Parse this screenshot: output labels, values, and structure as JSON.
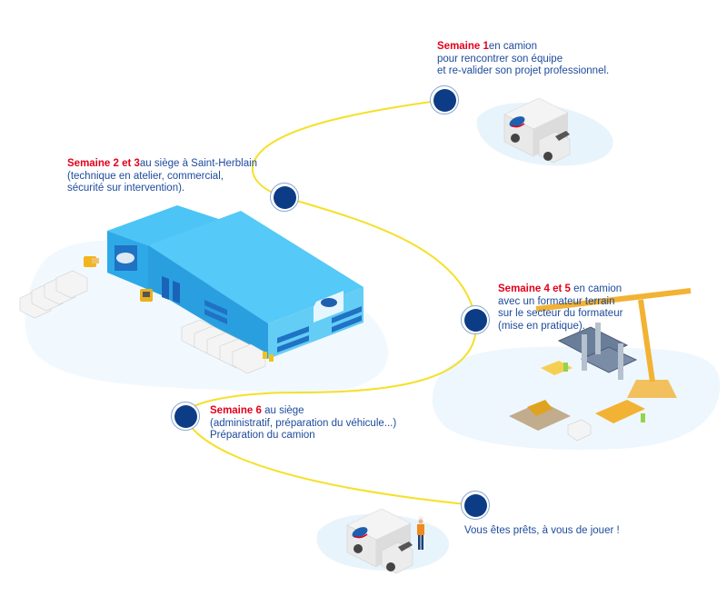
{
  "title": "Parcours de formation",
  "colors": {
    "accent_red": "#e3001b",
    "text_blue": "#1d4a9c",
    "node_blue": "#0d3c86",
    "path_yellow": "#f5e02a",
    "building_blue": "#3fb7ef"
  },
  "steps": [
    {
      "id": 1,
      "highlight": "Semaine 1",
      "lines": [
        "en camion",
        "pour rencontrer son équipe",
        "et re-valider son projet professionnel."
      ],
      "illustration": "delivery-truck"
    },
    {
      "id": 2,
      "highlight": "Semaine 2 et 3",
      "lines": [
        "au siège à Saint-Herblain",
        "(technique en atelier, commercial,",
        "sécurité sur intervention)."
      ],
      "illustration": "headquarters-building"
    },
    {
      "id": 3,
      "highlight": "Semaine 4 et 5",
      "lines": [
        " en camion",
        "avec un formateur terrain",
        "sur le secteur du formateur",
        "(mise en pratique)."
      ],
      "illustration": "construction-site"
    },
    {
      "id": 4,
      "highlight": "Semaine 6",
      "lines": [
        " au siège",
        "(administratif, préparation du véhicule...)",
        "Préparation du camion"
      ],
      "illustration": "none"
    },
    {
      "id": 5,
      "highlight": "",
      "lines": [
        "Vous êtes prêts, à vous de jouer !"
      ],
      "illustration": "truck-with-technician"
    }
  ]
}
